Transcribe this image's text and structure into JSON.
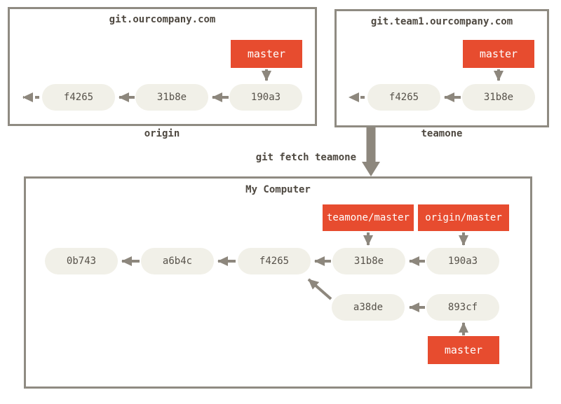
{
  "colors": {
    "tag_red": "#e74c2f",
    "tag_text": "#ffffff",
    "commit_fill": "#f1f0e8",
    "commit_text": "#57524a",
    "line_gray": "#8d877d",
    "border_gray": "#8f8b82",
    "title_text": "#4e4840",
    "background": "#ffffff"
  },
  "fetch_arrow_label": "git fetch teamone",
  "remotes": [
    {
      "title": "git.ourcompany.com",
      "caption": "origin",
      "branch_tag": "master",
      "commits": [
        "f4265",
        "31b8e",
        "190a3"
      ]
    },
    {
      "title": "git.team1.ourcompany.com",
      "caption": "teamone",
      "branch_tag": "master",
      "commits": [
        "f4265",
        "31b8e"
      ]
    }
  ],
  "local": {
    "title": "My Computer",
    "remote_tracking_tags": [
      "teamone/master",
      "origin/master"
    ],
    "branch_tag": "master",
    "main_line_commits": [
      "0b743",
      "a6b4c",
      "f4265",
      "31b8e",
      "190a3"
    ],
    "local_branch_commits": [
      "a38de",
      "893cf"
    ]
  }
}
